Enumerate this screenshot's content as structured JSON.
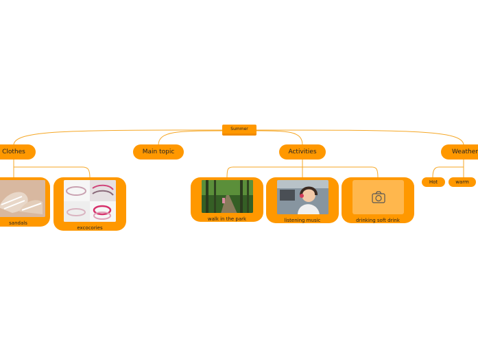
{
  "root": {
    "label": "Summer"
  },
  "topics": {
    "clothes": "Clothes",
    "main": "Main topic",
    "activities": "Activities",
    "weather": "Weather"
  },
  "clothes_children": [
    "sandals",
    "excocories"
  ],
  "activities_children": [
    "walk in the park",
    "listening music",
    "drinking soft drink"
  ],
  "weather_children": [
    "Hot",
    "warm"
  ],
  "colors": {
    "node": "#ff9800",
    "line": "#f5a623",
    "placeholder": "#ffb74d"
  },
  "icons": {
    "photo_placeholder": "camera-icon"
  }
}
